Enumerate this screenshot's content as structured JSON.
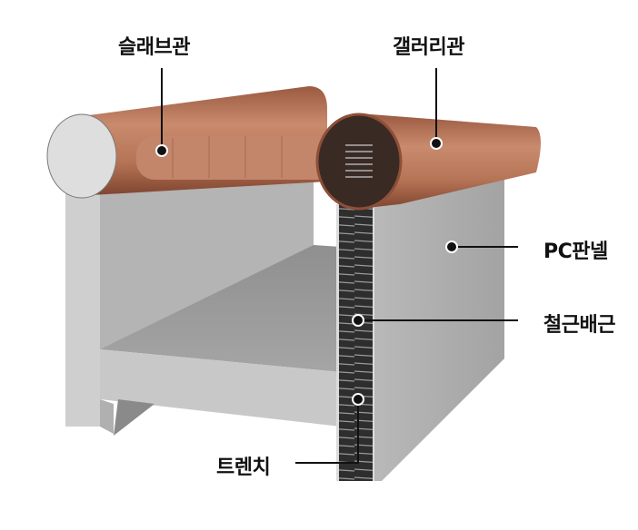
{
  "diagram": {
    "title": "",
    "labels": {
      "slab_pipe": "슬래브관",
      "gallery_pipe": "갤러리관",
      "pc_panel": "PC판넬",
      "rebar": "철근배근",
      "trench": "트렌치"
    },
    "colors": {
      "pipe": "#b97458",
      "pipe_dark": "#8e4f38",
      "concrete_light": "#d2d2d2",
      "concrete_mid": "#a9a9a9",
      "concrete_dark": "#7d7d7d",
      "leader": "#111111"
    }
  }
}
